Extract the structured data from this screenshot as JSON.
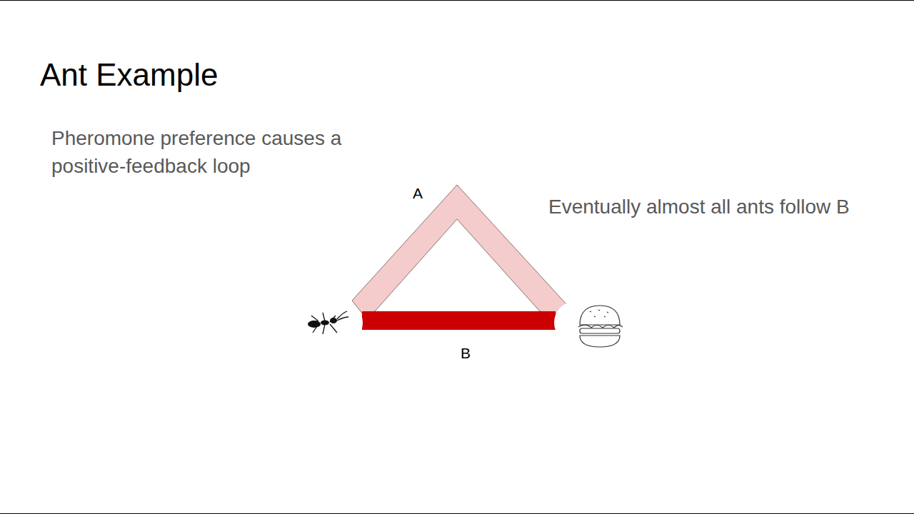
{
  "diagram": {
    "title": "Ant Example",
    "labels": [
      "Pheromone preference causes a positive-feedback loop",
      "A",
      "B",
      "Eventually almost all ants follow B"
    ]
  }
}
